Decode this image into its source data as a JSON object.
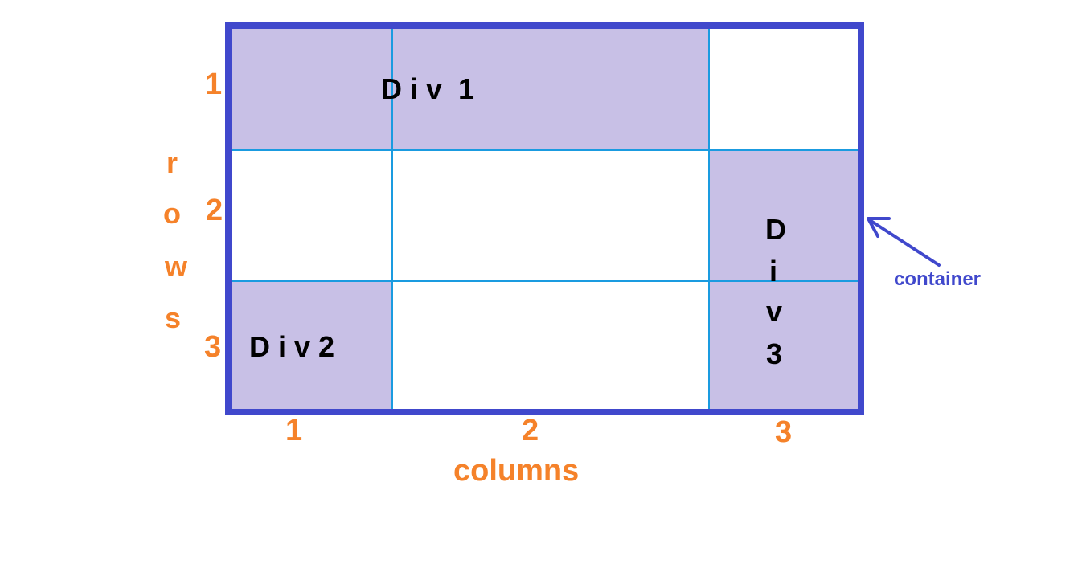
{
  "colors": {
    "container_border": "#4048cc",
    "cell_fill": "#c8c0e6",
    "grid_line": "#1a9be0",
    "axis_text": "#f5822a",
    "label_text": "#000000"
  },
  "row_axis": {
    "label_letters": [
      "r",
      "o",
      "w",
      "s"
    ],
    "numbers": [
      "1",
      "2",
      "3"
    ]
  },
  "col_axis": {
    "label": "columns",
    "numbers": [
      "1",
      "2",
      "3"
    ]
  },
  "divs": {
    "div1": "D i v  1",
    "div2": "D i v 2",
    "div3_letters": [
      "D",
      "i",
      "v",
      "3"
    ]
  },
  "container_label": "container"
}
